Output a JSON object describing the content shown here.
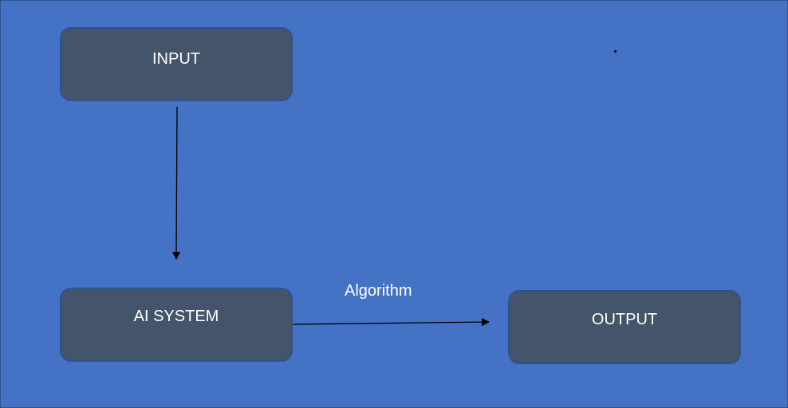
{
  "diagram": {
    "nodes": {
      "input": "INPUT",
      "ai_system": "AI SYSTEM",
      "output": "OUTPUT"
    },
    "edges": [
      {
        "from": "INPUT",
        "to": "AI SYSTEM",
        "label": ""
      },
      {
        "from": "AI SYSTEM",
        "to": "OUTPUT",
        "label": "Algorithm"
      }
    ],
    "edge_label": "Algorithm"
  },
  "colors": {
    "background": "#4472c4",
    "node_fill": "#44546a",
    "node_border": "#2f528f",
    "text": "#ffffff",
    "arrow": "#000000"
  }
}
